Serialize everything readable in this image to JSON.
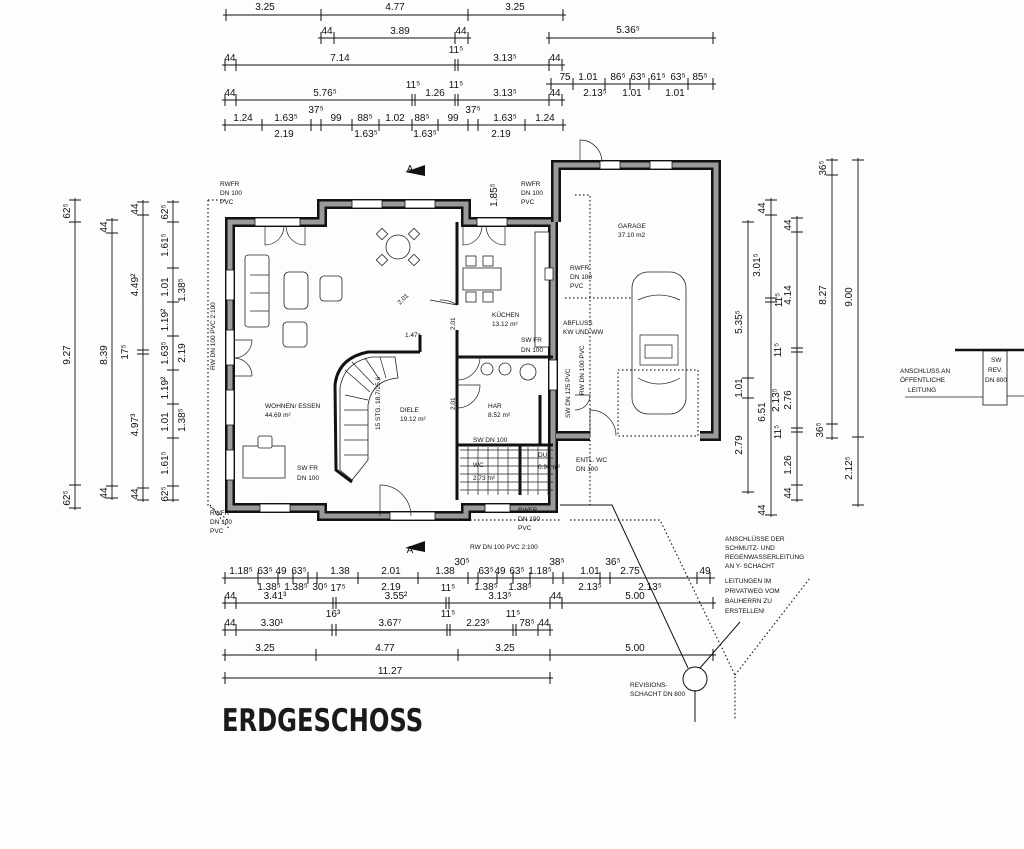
{
  "title": "ERDGESCHOSS",
  "rooms": {
    "wohnen": {
      "name": "WOHNEN/ ESSEN",
      "area": "44.69 m²"
    },
    "diele": {
      "name": "DIELE",
      "area": "19.12 m²"
    },
    "kueche": {
      "name": "KÜCHEN",
      "area": "13.12 m²"
    },
    "har": {
      "name": "HAR",
      "area": "8.52 m²"
    },
    "wc": {
      "name": "WC",
      "area": "2.73 m²"
    },
    "du": {
      "name": "DU",
      "area": "0.96 m²"
    },
    "garage": {
      "name": "GARAGE",
      "area": "37.10 m2"
    }
  },
  "stair": "15 STG. 18.7/25.6",
  "section_mark": "A",
  "pipes": {
    "rwfr": [
      "RWFR",
      "DN 100",
      "PVC"
    ],
    "sw_fr": [
      "SW FR",
      "DN 100"
    ],
    "abfluss": [
      "ABFLUSS",
      "KW UND WW"
    ],
    "entl_wc": [
      "ENTL. WC",
      "DN 100"
    ],
    "sw_dn100": "SW DN 100",
    "rw_left": "RW DN 100 PVC 2:100",
    "rw_bottom": "RW DN 100 PVC 2:100",
    "sw_dn125": "SW DN 125 PVC",
    "rw_garage": "RW DN 100 PVC"
  },
  "notes": {
    "anschluesse": [
      "ANSCHLÜSSE DER",
      "SCHMUTZ- UND",
      "REGENWASSERLEITUNG",
      "AN Y- SCHACHT"
    ],
    "leitungen": [
      "LEITUNGEN IM",
      "PRIVATWEG VOM",
      "BAUHERRN ZU",
      "ERSTELLEN!"
    ],
    "revision": [
      "REVISIONS-",
      "SCHACHT DN 800"
    ],
    "public": [
      "ANSCHLUSS AN",
      "ÖFFENTLICHE",
      "LEITUNG"
    ],
    "sw_rev": [
      "SW",
      "REV.",
      "DN 800"
    ]
  },
  "interior_dims": [
    "1.85⁵",
    "1.47⁴",
    "2.01",
    "2.01",
    "2.01"
  ],
  "dims": {
    "t1": [
      "3.25",
      "4.77",
      "3.25"
    ],
    "t2": [
      "44",
      "3.89",
      "44",
      "5.36⁵"
    ],
    "t3": [
      "44",
      "7.14",
      "11⁵",
      "3.13⁵",
      "44"
    ],
    "t4": [
      "75",
      "1.01",
      "86⁵",
      "63⁵",
      "61⁵",
      "63⁵",
      "85⁵",
      "2.13⁵",
      "1.01",
      "1.01"
    ],
    "t5": [
      "44",
      "5.76⁵",
      "11⁵",
      "1.26",
      "11⁵",
      "3.13⁵",
      "44"
    ],
    "t6": [
      "1.24",
      "1.63⁵",
      "37⁵",
      "99",
      "88⁵",
      "1.02",
      "88⁵",
      "99",
      "37⁵",
      "1.63⁵",
      "1.24",
      "2.19",
      "1.63⁵",
      "1.63⁵",
      "2.19"
    ],
    "b1": [
      "1.18⁵",
      "63⁵",
      "49",
      "63⁵",
      "1.38",
      "2.01",
      "1.38",
      "30⁵",
      "63⁵",
      "49",
      "63⁵",
      "1.18⁵",
      "38⁵",
      "1.01",
      "36⁵",
      "2.75",
      "49",
      "1.38⁵",
      "1.38⁵",
      "30⁵",
      "2.19",
      "1.38⁵",
      "1.38⁵",
      "2.13⁵",
      "2.13⁵"
    ],
    "b2": [
      "44",
      "3.41³",
      "17⁵",
      "3.55²",
      "11⁵",
      "3.13⁵",
      "44",
      "5.00"
    ],
    "b3": [
      "44",
      "3.30¹",
      "16³",
      "3.67⁷",
      "11⁵",
      "2.23⁵",
      "11⁵",
      "78⁵",
      "44"
    ],
    "b4": [
      "3.25",
      "4.77",
      "3.25",
      "5.00"
    ],
    "b5": [
      "11.27"
    ],
    "l1": [
      "62⁵",
      "9.27",
      "62⁵"
    ],
    "l2": [
      "44",
      "8.39",
      "44"
    ],
    "l3": [
      "44",
      "4.49²",
      "17⁵",
      "4.97³",
      "44"
    ],
    "l4": [
      "62⁵",
      "1.61⁵",
      "1.01",
      "1.19²",
      "1.63⁵",
      "1.19²",
      "1.01",
      "1.61⁵",
      "62⁵",
      "1.38⁵",
      "2.19",
      "1.38⁵"
    ],
    "r1": [
      "5.35⁵",
      "1.01",
      "2.79"
    ],
    "r2": [
      "44",
      "3.01⁵",
      "11⁵",
      "2.13⁵",
      "6.51",
      "44"
    ],
    "r3": [
      "44",
      "4.14",
      "11⁵",
      "2.76",
      "11⁵",
      "1.26",
      "44"
    ],
    "r4": [
      "36⁵",
      "8.27",
      "36⁵"
    ],
    "r5": [
      "9.00",
      "2.12⁵"
    ]
  }
}
